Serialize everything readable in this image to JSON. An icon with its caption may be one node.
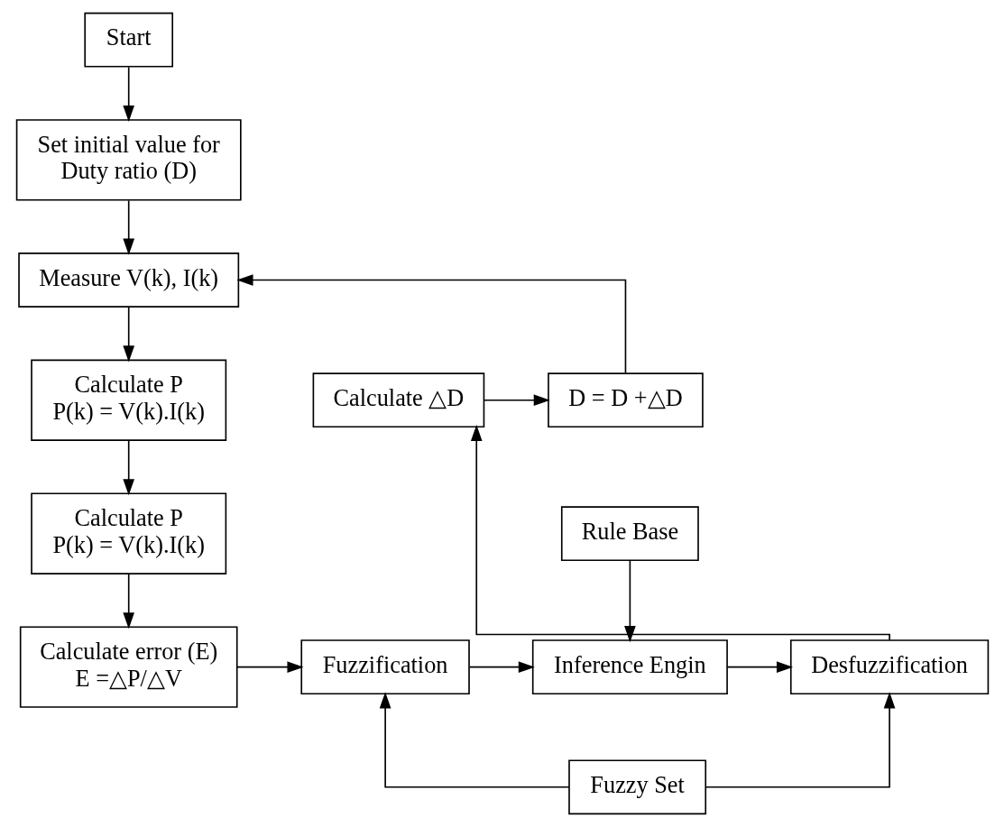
{
  "diagram": {
    "nodes": [
      {
        "text": [
          "Start"
        ]
      },
      {
        "text": [
          "Set initial value for Duty ratio (D)"
        ]
      },
      {
        "text": [
          "Measure V(k), I(k)"
        ]
      },
      {
        "text": [
          "Calculate P",
          "P(k) = V(k).I(k)"
        ]
      },
      {
        "text": [
          "Calculate P",
          "P(k) = V(k).I(k)"
        ]
      },
      {
        "text": [
          "Calculate error (E)",
          "E =△P/△V"
        ]
      },
      {
        "text": [
          "Fuzzification"
        ]
      },
      {
        "text": [
          "Inference Engin"
        ]
      },
      {
        "text": [
          "Desfuzzification"
        ]
      },
      {
        "text": [
          "Rule Base"
        ]
      },
      {
        "text": [
          "Calculate △D"
        ]
      },
      {
        "text": [
          "D = D +△D"
        ]
      },
      {
        "text": [
          "Fuzzy Set"
        ]
      }
    ],
    "edges": [
      {
        "from": 0,
        "to": 1,
        "arrow": "to"
      },
      {
        "from": 1,
        "to": 2,
        "arrow": "to"
      },
      {
        "from": 11,
        "to": 2,
        "arrow": "to"
      },
      {
        "from": 2,
        "to": 3,
        "arrow": "to"
      },
      {
        "from": 3,
        "to": 4,
        "arrow": "to"
      },
      {
        "from": 4,
        "to": 5,
        "arrow": "to"
      },
      {
        "from": 5,
        "to": 6,
        "arrow": "to"
      },
      {
        "from": 6,
        "to": 7,
        "arrow": "to"
      },
      {
        "from": 7,
        "to": 8,
        "arrow": "to"
      },
      {
        "from": 9,
        "to": 7,
        "arrow": "to"
      },
      {
        "from": 8,
        "to": 10,
        "arrow": "to"
      },
      {
        "from": 10,
        "to": 11,
        "arrow": "to"
      },
      {
        "from": 12,
        "to": 6,
        "arrow": "to"
      },
      {
        "from": 12,
        "to": 8,
        "arrow": "to"
      }
    ]
  }
}
